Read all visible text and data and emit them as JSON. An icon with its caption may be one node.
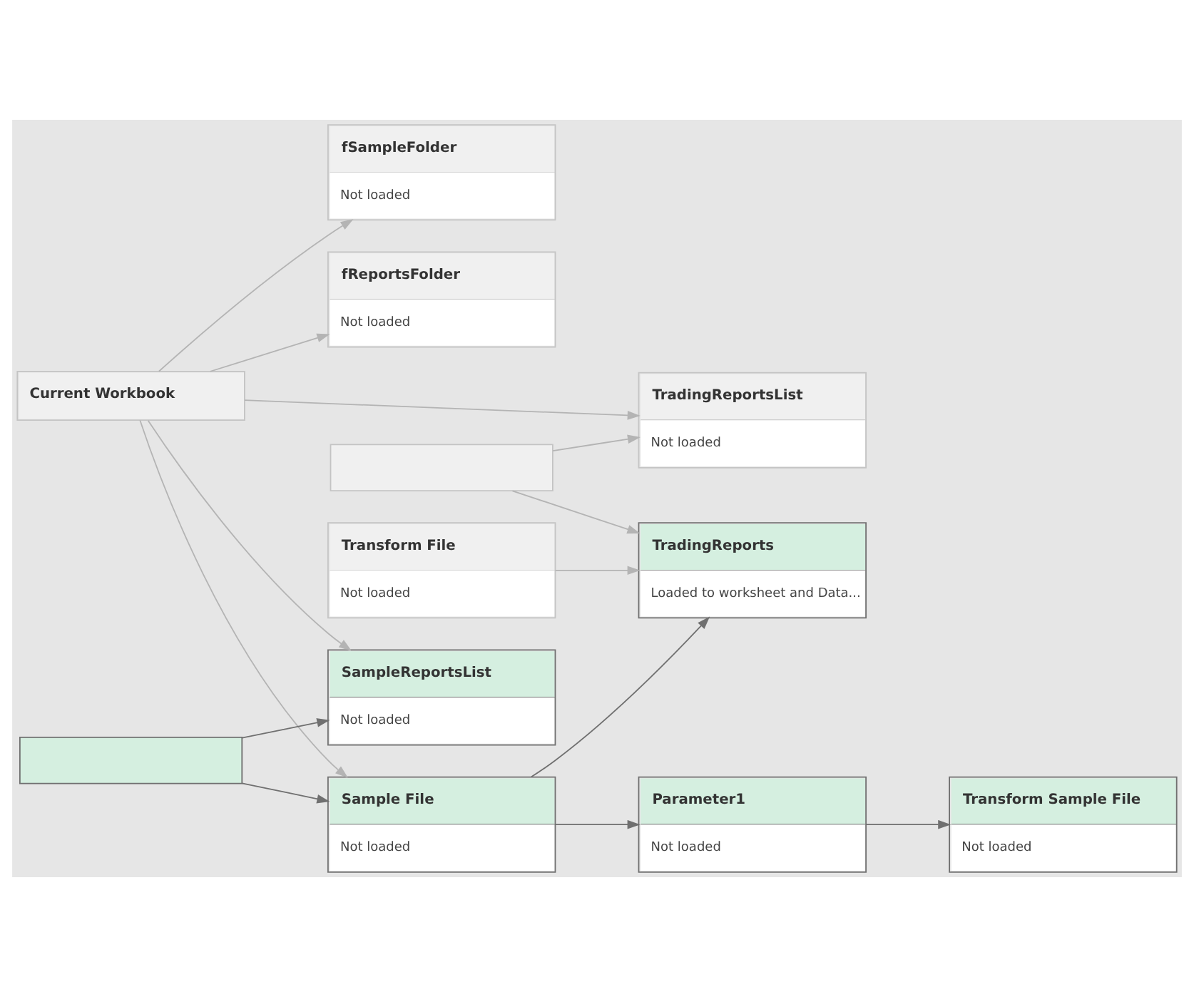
{
  "diagram": {
    "nodes": [
      {
        "text": [
          "fSampleFolder",
          "Not loaded"
        ]
      },
      {
        "text": [
          "fReportsFolder",
          "Not loaded"
        ]
      },
      {
        "text": [
          "Current Workbook"
        ]
      },
      {
        "text": [
          "SampleReportsList",
          "Not loaded"
        ]
      },
      {
        "text": [
          "TradingReportsList",
          "Not loaded"
        ]
      },
      {
        "text": [
          "Transform File",
          "Not loaded"
        ]
      },
      {
        "text": [],
        "shape": "box"
      },
      {
        "text": [
          "TradingReports",
          "Loaded to worksheet and Data..."
        ]
      },
      {
        "text": [],
        "shape": "box"
      },
      {
        "text": [
          "Sample File",
          "Not loaded"
        ]
      },
      {
        "text": [
          "Parameter1",
          "Not loaded"
        ]
      },
      {
        "text": [
          "Transform Sample File",
          "Not loaded"
        ]
      }
    ],
    "edges": [
      {
        "from": 2,
        "to": 0,
        "arrow": "to"
      },
      {
        "from": 2,
        "to": 1,
        "arrow": "to"
      },
      {
        "from": 2,
        "to": 3,
        "arrow": "to"
      },
      {
        "from": 2,
        "to": 4,
        "arrow": "to"
      },
      {
        "from": 2,
        "to": 9,
        "arrow": "to"
      },
      {
        "from": 6,
        "to": 4,
        "arrow": "to"
      },
      {
        "from": 6,
        "to": 7,
        "arrow": "to"
      },
      {
        "from": 5,
        "to": 7,
        "arrow": "to"
      },
      {
        "from": 8,
        "to": 3,
        "arrow": "to",
        "color": "#707070"
      },
      {
        "from": 8,
        "to": 9,
        "arrow": "to",
        "color": "#707070"
      },
      {
        "from": 9,
        "to": 10,
        "arrow": "to",
        "color": "#707070"
      },
      {
        "from": 9,
        "to": 7,
        "arrow": "to",
        "color": "#707070"
      },
      {
        "from": 10,
        "to": 11,
        "arrow": "to",
        "color": "#707070"
      }
    ]
  }
}
